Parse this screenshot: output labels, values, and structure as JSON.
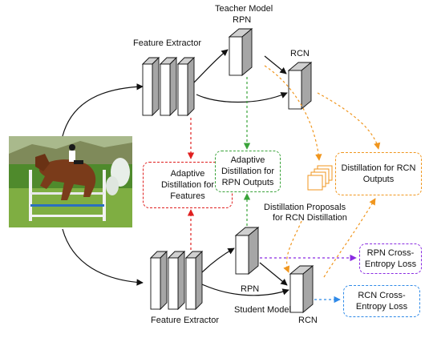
{
  "labels": {
    "teacher_model": "Teacher Model",
    "student_model": "Student Model",
    "teacher_rpn": "RPN",
    "teacher_rcn": "RCN",
    "teacher_feature_extractor": "Feature Extractor",
    "student_rpn": "RPN",
    "student_rcn": "RCN",
    "student_feature_extractor": "Feature Extractor",
    "distillation_proposals_line1": "Distillation Proposals",
    "distillation_proposals_line2": "for RCN Distillation"
  },
  "boxes": {
    "adaptive_features": [
      "Adaptive",
      "Distillation for",
      "Features"
    ],
    "adaptive_rpn": [
      "Adaptive",
      "Distillation for",
      "RPN Outputs"
    ],
    "distill_rcn": [
      "Distillation for RCN",
      "Outputs"
    ],
    "rpn_loss": [
      "RPN Cross-",
      "Entropy Loss"
    ],
    "rcn_loss": [
      "RCN Cross-",
      "Entropy Loss"
    ]
  },
  "colors": {
    "red": "#e02020",
    "green": "#3aa33a",
    "orange": "#f0961e",
    "purple": "#8a2be2",
    "blue": "#2f8ae8",
    "block_front": "#ffffff",
    "block_side": "#a6a6a6",
    "block_top": "#d0d0d0"
  },
  "image": {
    "subject": "horse-jumping-photo"
  }
}
